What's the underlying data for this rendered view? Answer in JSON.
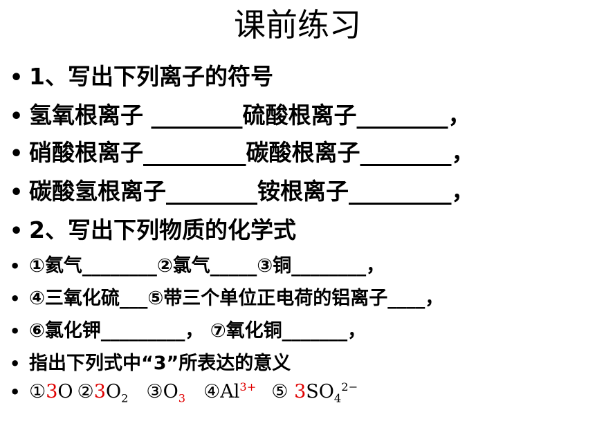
{
  "title": "课前练习",
  "bullet": "•",
  "lines": {
    "q1": "1、写出下列离子的符号",
    "l2": "氢氧根离子 ________硫酸根离子________，",
    "l3": "硝酸根离子_________碳酸根离子________，",
    "l4": "碳酸氢根离子________铵根离子_________，",
    "q2": "2、写出下列物质的化学式",
    "l6": "①氦气________②氯气_____③铜________，",
    "l7": "④三氧化硫___⑤带三个单位正电荷的铝离子____，",
    "l8": "⑥氯化钾_________，  ⑦氧化铜_______，",
    "q3": "指出下列式中“3”所表达的意义"
  },
  "formulas": {
    "f1_label": "①",
    "f1_coef": "3",
    "f1_el": "O ",
    "f2_label": "②",
    "f2_coef": "3",
    "f2_el": "O",
    "f2_sub": "2",
    "f3_label": "③O",
    "f3_sub": "3",
    "f4_label": "④Al",
    "f4_sup": "3+",
    "f5_label": "⑤ ",
    "f5_coef": "3",
    "f5_el": "SO",
    "f5_sub": "4",
    "f5_sup": "2−"
  },
  "colors": {
    "text": "#000000",
    "highlight": "#e00000"
  }
}
